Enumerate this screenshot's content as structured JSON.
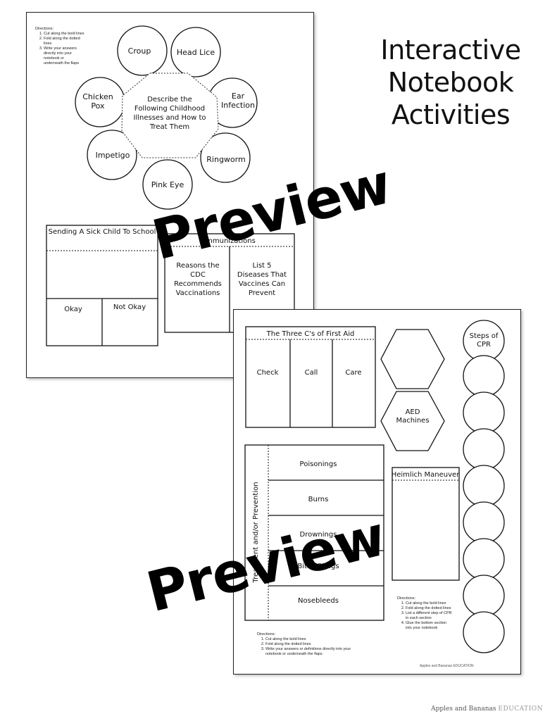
{
  "title": {
    "line1": "Interactive",
    "line2": "Notebook",
    "line3": "Activities"
  },
  "sheet1": {
    "directions": {
      "heading": "Directions:",
      "steps": [
        "Cut along the bold lines",
        "Fold along the dotted lines",
        "Write your answers directly into your notebook or underneath the flaps"
      ]
    },
    "flower": {
      "center_line1": "Describe the",
      "center_line2": "Following Childhood",
      "center_line3": "Illnesses and How to",
      "center_line4": "Treat Them",
      "petals": [
        "Croup",
        "Head Lice",
        "Ear",
        "Infection",
        "Ringworm",
        "Pink Eye",
        "Impetigo",
        "Chicken",
        "Pox"
      ]
    },
    "sick_child": {
      "title": "Sending A Sick Child To School",
      "okay": "Okay",
      "not_okay": "Not Okay"
    },
    "immunizations": {
      "title": "Immunizations",
      "left_lines": [
        "Reasons the",
        "CDC",
        "Recommends",
        "Vaccinations"
      ],
      "right_lines": [
        "List 5",
        "Diseases That",
        "Vaccines Can",
        "Prevent"
      ]
    }
  },
  "sheet2": {
    "three_cs": {
      "title": "The Three C's of First Aid",
      "items": [
        "Check",
        "Call",
        "Care"
      ]
    },
    "aed": {
      "line1": "AED",
      "line2": "Machines"
    },
    "cpr": {
      "line1": "Steps of",
      "line2": "CPR"
    },
    "treatment": {
      "side_label": "Treatment and/or Prevention",
      "items": [
        "Poisonings",
        "Burns",
        "Drownings",
        "Bites/Stings",
        "Nosebleeds"
      ]
    },
    "heimlich": {
      "title": "Heimlich Maneuver"
    },
    "directions_right": {
      "heading": "Directions:",
      "steps": [
        "Cut along the bold lines",
        "Fold along the dotted lines",
        "List a different step of CPR in each section",
        "Glue the bottom section into your notebook"
      ]
    },
    "directions_bottom": {
      "heading": "Directions:",
      "steps": [
        "Cut along the bold lines",
        "Fold along the dotted lines",
        "Write your answers or definitions directly into your notebook or underneath the flaps"
      ]
    },
    "brand": "Apples and Bananas EDUCATION"
  },
  "watermarks": [
    "Preview",
    "Preview"
  ],
  "footer": {
    "brand_script": "Apples and Bananas",
    "brand_edu": "EDUCATION"
  }
}
